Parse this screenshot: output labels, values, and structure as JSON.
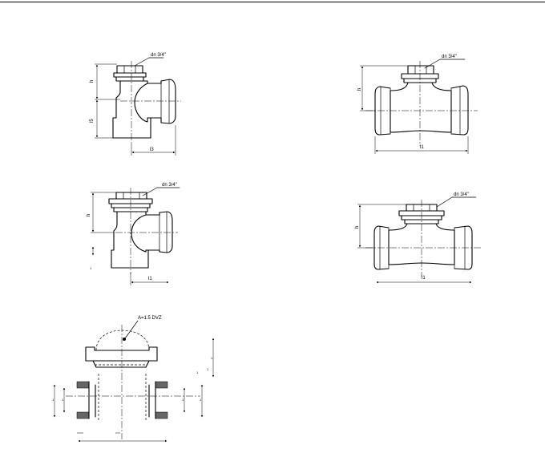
{
  "views": {
    "v1": {
      "callout": "dn 3/4\"",
      "h_label": "h",
      "l5_label": "l5",
      "l3_label": "l3"
    },
    "v2": {
      "callout": "dn 3/4\"",
      "h_label": "h",
      "l1_label": "l1"
    },
    "v3": {
      "callout": "dn 3/4\"",
      "h_label": "h",
      "l1_label": "l1"
    },
    "v4": {
      "callout": "dn 3/4\"",
      "h_label": "h",
      "l1_label": "l1"
    },
    "section": {
      "callout": "A=1.5 DVZ"
    }
  }
}
